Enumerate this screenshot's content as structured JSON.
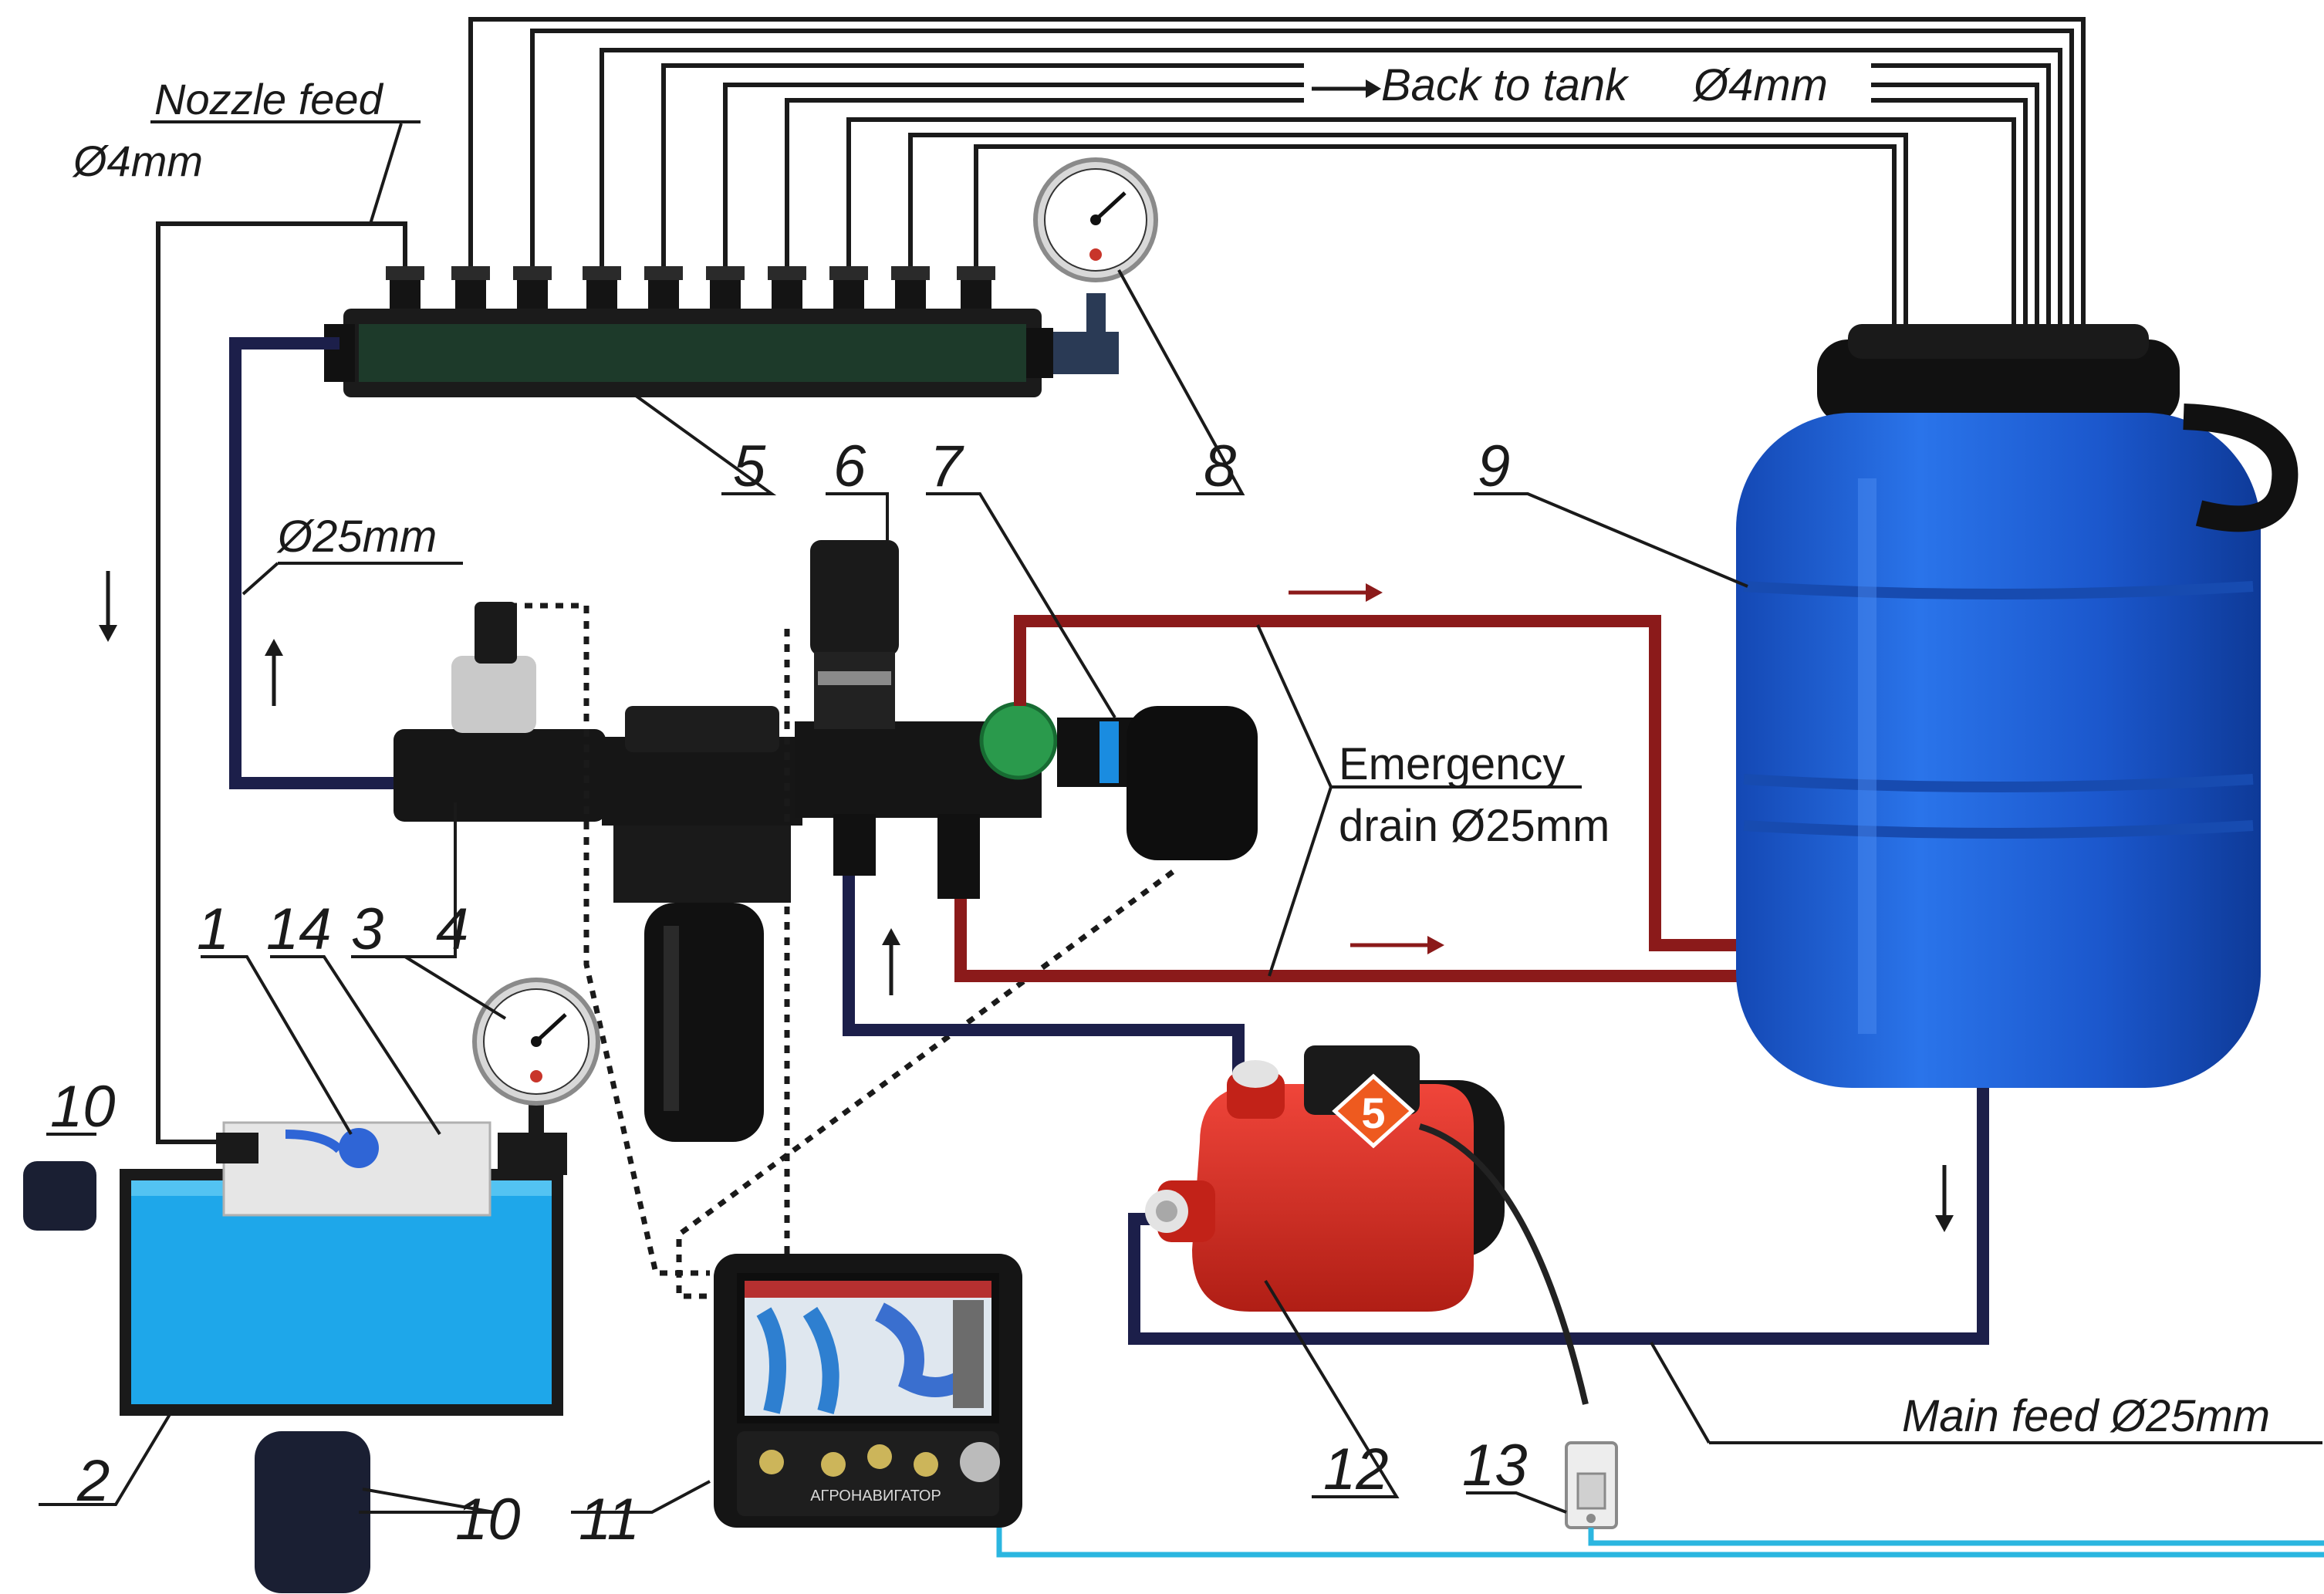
{
  "annotations": {
    "nozzle_feed": "Nozzle feed",
    "nozzle_feed_diameter": "Ø4mm",
    "back_to_tank": "Back to tank",
    "back_to_tank_diameter": "Ø4mm",
    "supply_diameter": "Ø25mm",
    "emergency_drain_line1": "Emergency",
    "emergency_drain_line2": "drain Ø25mm",
    "main_feed": "Main feed Ø25mm",
    "controller_brand": "АГРОНАВИГАТОР"
  },
  "callouts": [
    "1",
    "2",
    "3",
    "4",
    "5",
    "6",
    "7",
    "8",
    "9",
    "10",
    "10",
    "11",
    "12",
    "13",
    "14"
  ],
  "pump_badge": "5",
  "colors": {
    "return_line": "#1a1a1a",
    "supply_hose": "#1c1f4a",
    "drain_hose": "#8b1a1a",
    "tank_blue": "#1f5fd6",
    "reservoir_blue": "#1ea7ea",
    "pump_red": "#d92a1e",
    "signal_cable": "#2bb6e0"
  },
  "icons": [
    "pressure-gauge-icon",
    "pressure-gauge-icon",
    "flow-arrow-icon"
  ]
}
